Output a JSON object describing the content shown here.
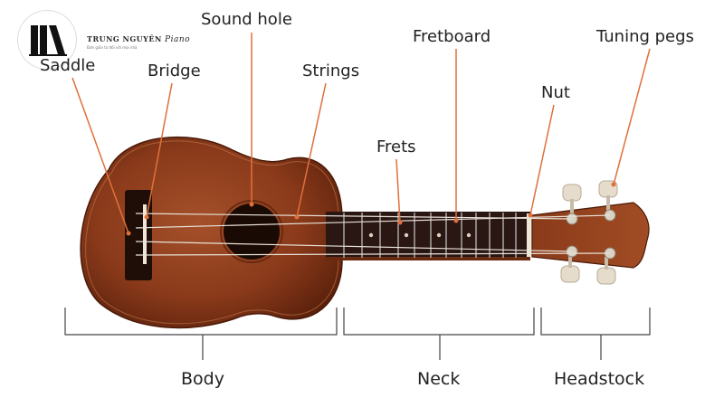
{
  "brand": {
    "name": "TRUNG NGUYÊN",
    "script": "Piano",
    "tagline": "Đơn giản từ đối với mọi nhà"
  },
  "labels": {
    "saddle": "Saddle",
    "bridge": "Bridge",
    "sound_hole": "Sound hole",
    "strings": "Strings",
    "frets": "Frets",
    "fretboard": "Fretboard",
    "nut": "Nut",
    "tuning_pegs": "Tuning pegs"
  },
  "groups": {
    "body": "Body",
    "neck": "Neck",
    "headstock": "Headstock"
  },
  "colors": {
    "wood": "#8a3a1a",
    "wood_dark": "#5a200c",
    "fretboard": "#2a1612",
    "leader": "#e0703a",
    "bracket": "#444444",
    "peg": "#e6dccb"
  }
}
